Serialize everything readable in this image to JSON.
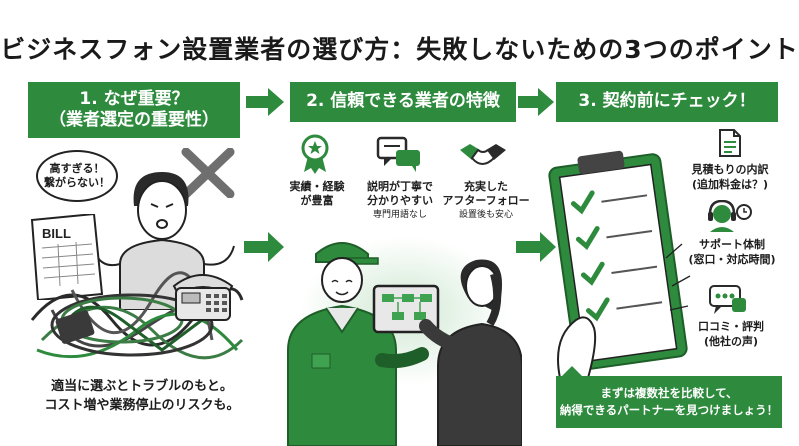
{
  "title": "ビジネスフォン設置業者の選び方：失敗しないための3つのポイント",
  "steps": [
    {
      "label": "1. なぜ重要？\n（業者選定の重要性）"
    },
    {
      "label": "2. 信頼できる業者の特徴"
    },
    {
      "label": "3. 契約前にチェック！"
    }
  ],
  "problem": {
    "speech": "高すぎる！\n繋がらない！",
    "bill_text": "BILL",
    "caption": "適当に選ぶとトラブルのもと。\nコスト増や業務停止のリスクも。"
  },
  "features": [
    {
      "icon": "award-medal-icon",
      "label": "実績・経験\nが豊富",
      "sub": ""
    },
    {
      "icon": "chat-bubbles-icon",
      "label": "説明が丁寧で\n分かりやすい",
      "sub": "専門用語なし"
    },
    {
      "icon": "handshake-icon",
      "label": "充実した\nアフターフォロー",
      "sub": "設置後も安心"
    }
  ],
  "checklist": [
    {
      "icon": "document-icon",
      "label": "見積もりの内訳\n(追加料金は？)"
    },
    {
      "icon": "headset-support-icon",
      "label": "サポート体制\n(窓口・対応時間)"
    },
    {
      "icon": "review-stars-icon",
      "label": "口コミ・評判\n(他社の声)"
    }
  ],
  "cta": "まずは複数社を比較して、\n納得できるパートナーを見つけましょう！",
  "colors": {
    "accent": "#2e8b3e",
    "accent_light": "#cfe8d2",
    "ink": "#1c1c1c"
  }
}
